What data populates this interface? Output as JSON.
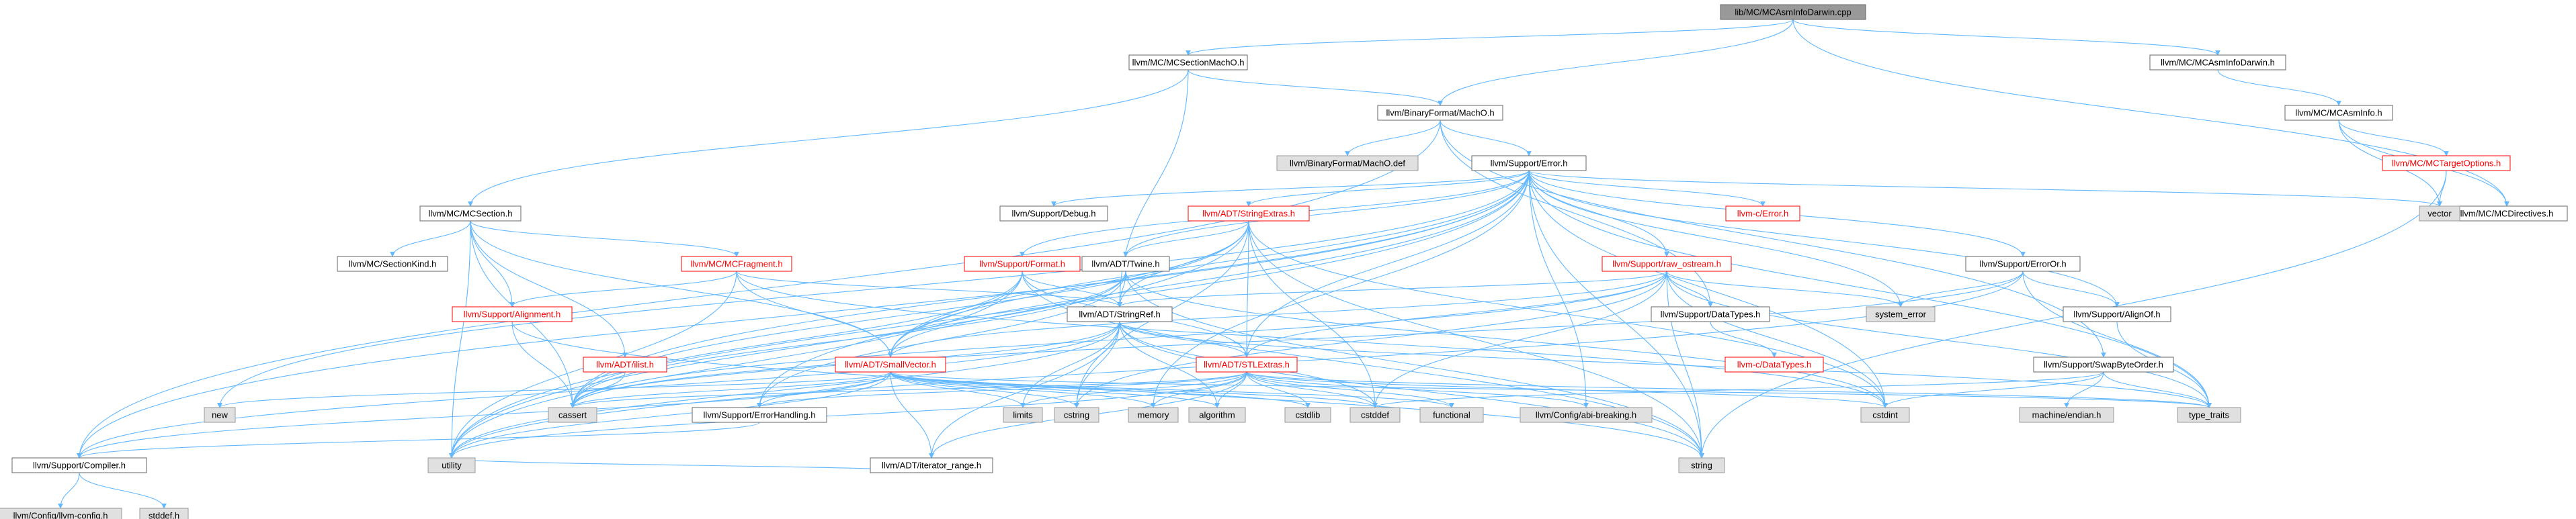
{
  "colors": {
    "edge": "#63b8ff",
    "root_fill": "#999999",
    "node_fill": "#ffffff",
    "node_border": "#666666",
    "red_border": "#ff0000",
    "red_text": "#ff0000",
    "system_fill": "#e0e0e0",
    "system_border": "#999999",
    "text": "#000000"
  },
  "nodes": [
    {
      "id": "root",
      "label": "lib/MC/MCAsmInfoDarwin.cpp",
      "style": "root"
    },
    {
      "id": "sectionmacho",
      "label": "llvm/MC/MCSectionMachO.h",
      "style": "normal"
    },
    {
      "id": "asminfodarwin",
      "label": "llvm/MC/MCAsmInfoDarwin.h",
      "style": "normal"
    },
    {
      "id": "binformat",
      "label": "llvm/BinaryFormat/MachO.h",
      "style": "normal"
    },
    {
      "id": "asminfo",
      "label": "llvm/MC/MCAsmInfo.h",
      "style": "normal"
    },
    {
      "id": "machodef",
      "label": "llvm/BinaryFormat/MachO.def",
      "style": "system"
    },
    {
      "id": "error",
      "label": "llvm/Support/Error.h",
      "style": "normal"
    },
    {
      "id": "targetoptions",
      "label": "llvm/MC/MCTargetOptions.h",
      "style": "red"
    },
    {
      "id": "mcdirectives",
      "label": "llvm/MC/MCDirectives.h",
      "style": "normal"
    },
    {
      "id": "vector",
      "label": "vector",
      "style": "system"
    },
    {
      "id": "mcsection",
      "label": "llvm/MC/MCSection.h",
      "style": "normal"
    },
    {
      "id": "debug",
      "label": "llvm/Support/Debug.h",
      "style": "normal"
    },
    {
      "id": "stringextras",
      "label": "llvm/ADT/StringExtras.h",
      "style": "red"
    },
    {
      "id": "cerror",
      "label": "llvm-c/Error.h",
      "style": "red"
    },
    {
      "id": "sectionkind",
      "label": "llvm/MC/SectionKind.h",
      "style": "normal"
    },
    {
      "id": "mcfragment",
      "label": "llvm/MC/MCFragment.h",
      "style": "red"
    },
    {
      "id": "format",
      "label": "llvm/Support/Format.h",
      "style": "red"
    },
    {
      "id": "twine",
      "label": "llvm/ADT/Twine.h",
      "style": "normal"
    },
    {
      "id": "rawostream",
      "label": "llvm/Support/raw_ostream.h",
      "style": "red"
    },
    {
      "id": "erroror",
      "label": "llvm/Support/ErrorOr.h",
      "style": "normal"
    },
    {
      "id": "alignment",
      "label": "llvm/Support/Alignment.h",
      "style": "red"
    },
    {
      "id": "stringref",
      "label": "llvm/ADT/StringRef.h",
      "style": "normal"
    },
    {
      "id": "datatypes",
      "label": "llvm/Support/DataTypes.h",
      "style": "normal"
    },
    {
      "id": "systemerror",
      "label": "system_error",
      "style": "system"
    },
    {
      "id": "alignof",
      "label": "llvm/Support/AlignOf.h",
      "style": "normal"
    },
    {
      "id": "ilist",
      "label": "llvm/ADT/ilist.h",
      "style": "red"
    },
    {
      "id": "smallvector",
      "label": "llvm/ADT/SmallVector.h",
      "style": "red"
    },
    {
      "id": "stlextras",
      "label": "llvm/ADT/STLExtras.h",
      "style": "red"
    },
    {
      "id": "cdatatypes",
      "label": "llvm-c/DataTypes.h",
      "style": "red"
    },
    {
      "id": "swapbyteorder",
      "label": "llvm/Support/SwapByteOrder.h",
      "style": "normal"
    },
    {
      "id": "new",
      "label": "new",
      "style": "system"
    },
    {
      "id": "cassert",
      "label": "cassert",
      "style": "system"
    },
    {
      "id": "errorhandling",
      "label": "llvm/Support/ErrorHandling.h",
      "style": "normal"
    },
    {
      "id": "limits",
      "label": "limits",
      "style": "system"
    },
    {
      "id": "cstring",
      "label": "cstring",
      "style": "system"
    },
    {
      "id": "memory",
      "label": "memory",
      "style": "system"
    },
    {
      "id": "algorithm",
      "label": "algorithm",
      "style": "system"
    },
    {
      "id": "cstdlib",
      "label": "cstdlib",
      "style": "system"
    },
    {
      "id": "cstddef",
      "label": "cstddef",
      "style": "system"
    },
    {
      "id": "functional",
      "label": "functional",
      "style": "system"
    },
    {
      "id": "abibreaking",
      "label": "llvm/Config/abi-breaking.h",
      "style": "system"
    },
    {
      "id": "cstdint",
      "label": "cstdint",
      "style": "system"
    },
    {
      "id": "machineendian",
      "label": "machine/endian.h",
      "style": "system"
    },
    {
      "id": "typetraits",
      "label": "type_traits",
      "style": "system"
    },
    {
      "id": "iteratorrange",
      "label": "llvm/ADT/iterator_range.h",
      "style": "normal"
    },
    {
      "id": "compiler",
      "label": "llvm/Support/Compiler.h",
      "style": "normal"
    },
    {
      "id": "utility",
      "label": "utility",
      "style": "system"
    },
    {
      "id": "string",
      "label": "string",
      "style": "system"
    },
    {
      "id": "llvmconfig",
      "label": "llvm/Config/llvm-config.h",
      "style": "system"
    },
    {
      "id": "stddef",
      "label": "stddef.h",
      "style": "system"
    }
  ]
}
